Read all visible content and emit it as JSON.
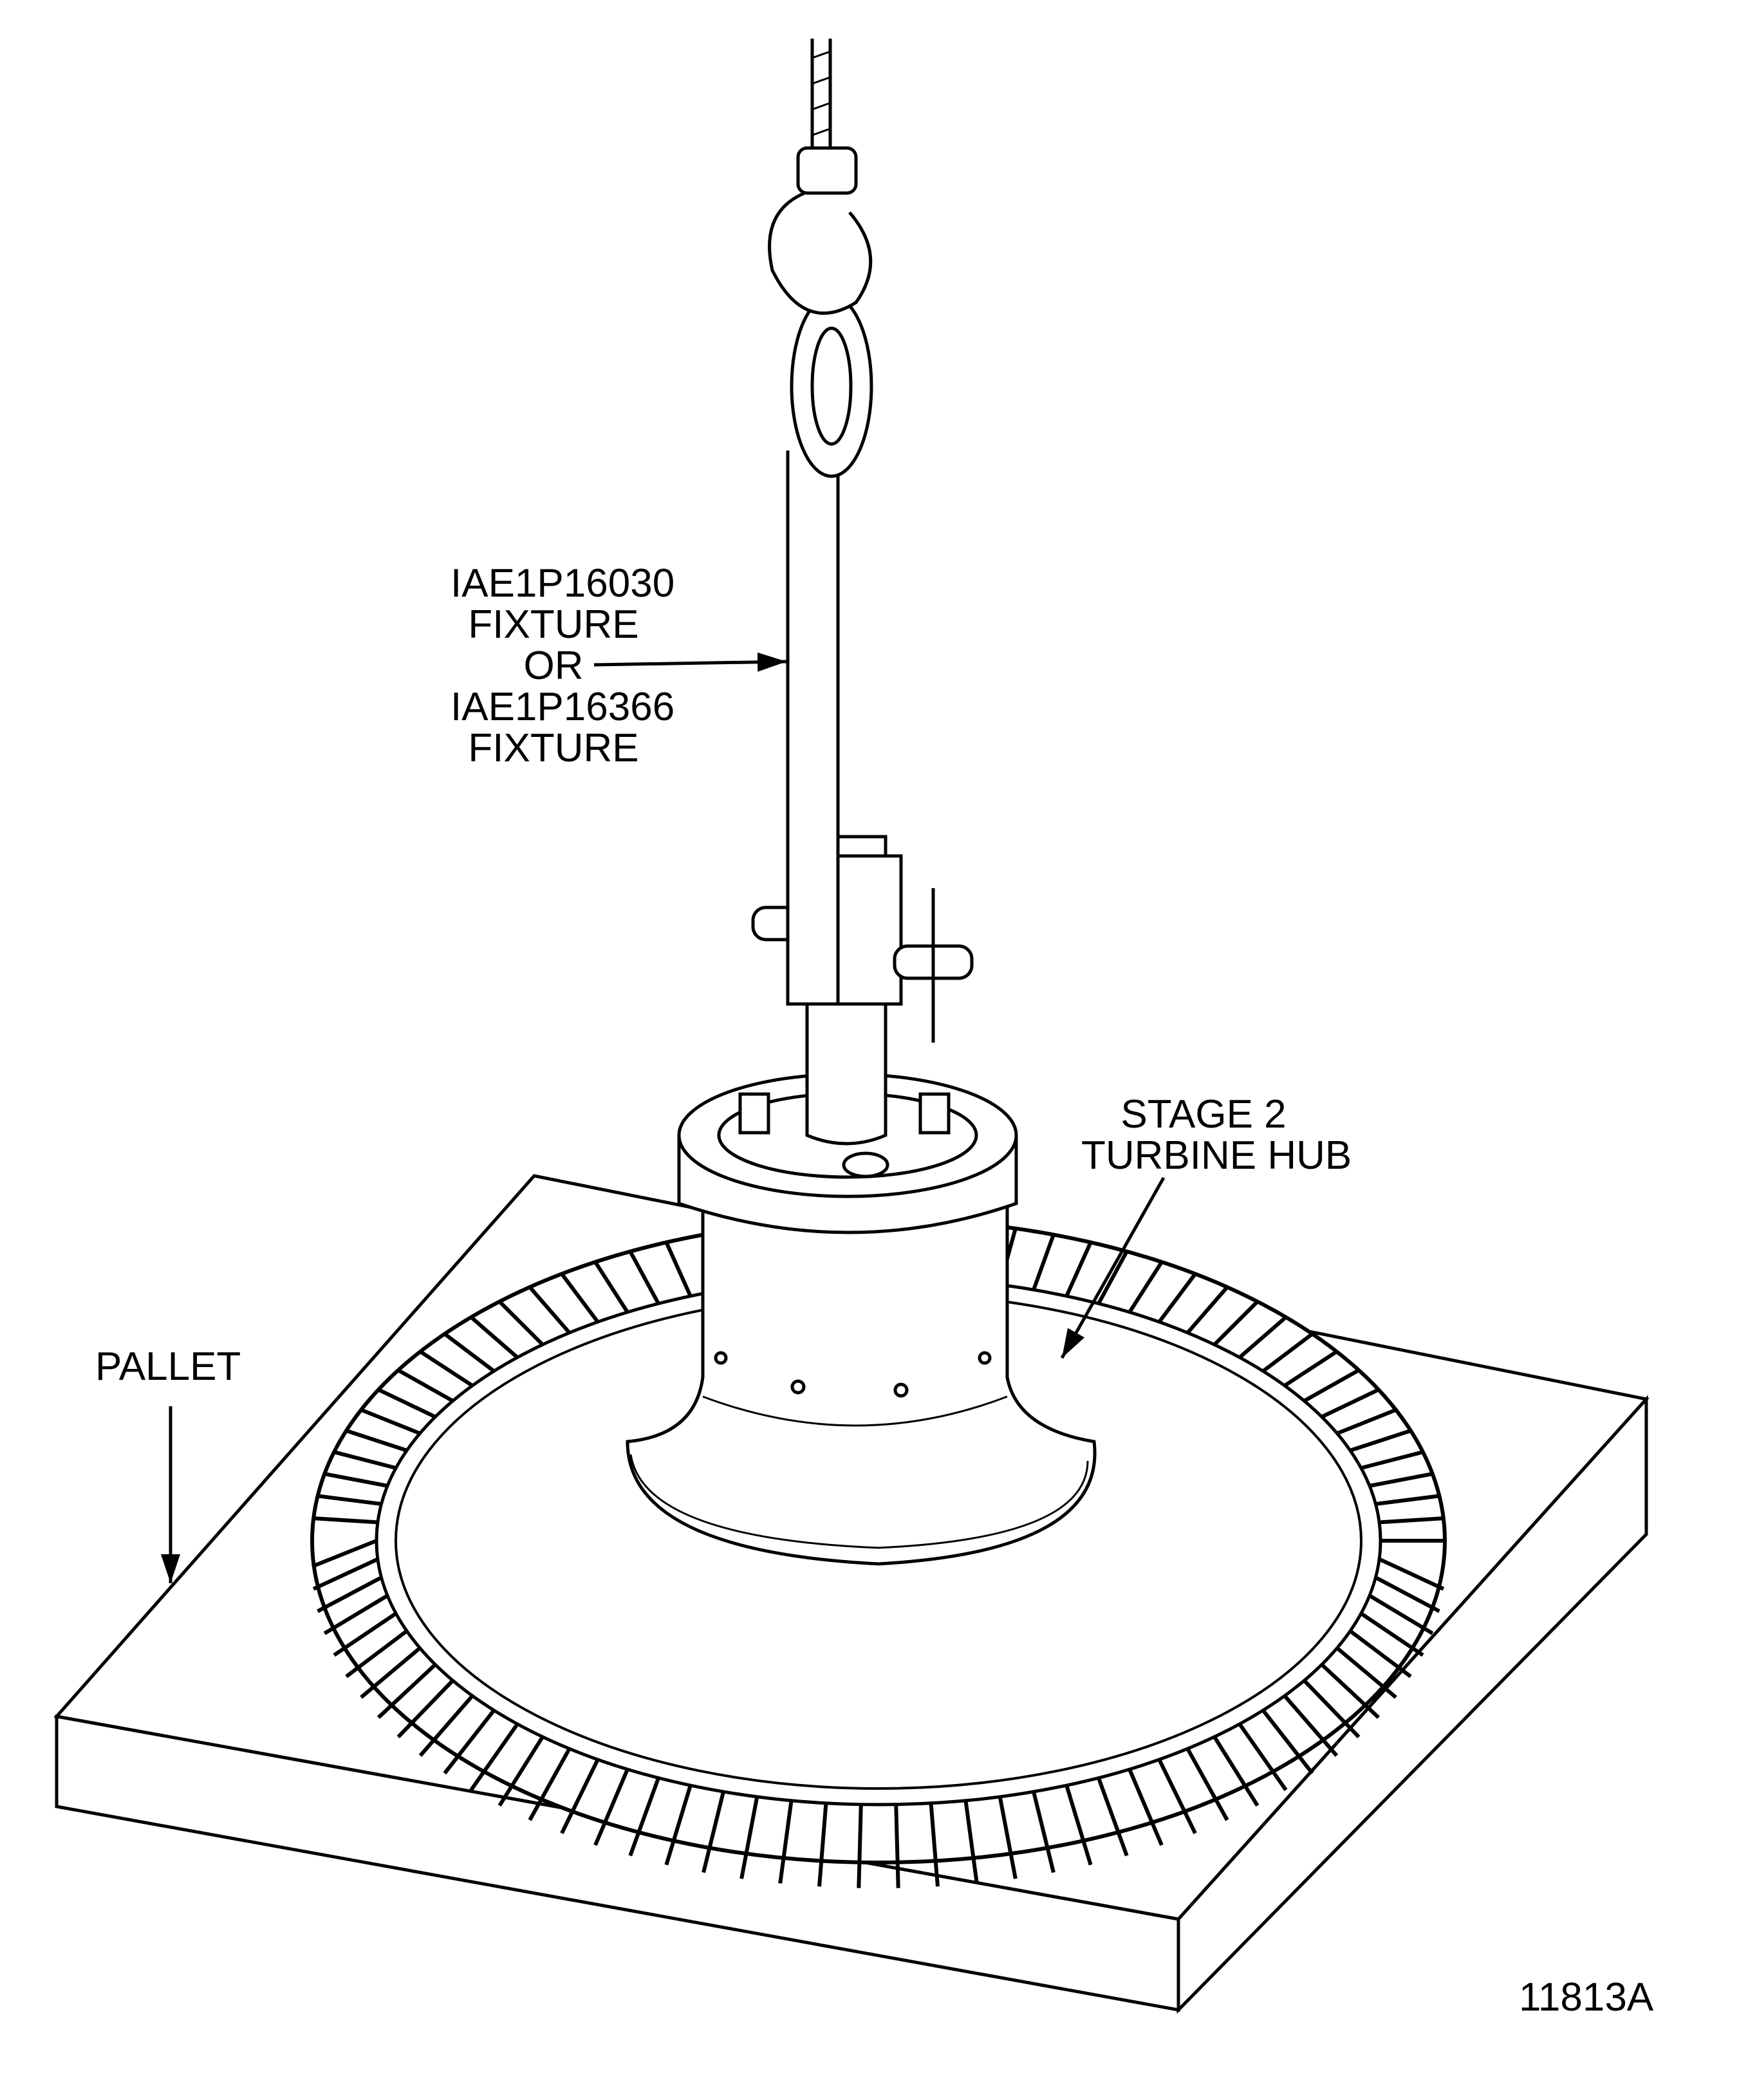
{
  "labels": {
    "fixture": [
      "IAE1P16030",
      "FIXTURE",
      "OR",
      "IAE1P16366",
      "FIXTURE"
    ],
    "hub": [
      "STAGE 2",
      "TURBINE HUB"
    ],
    "pallet": "PALLET",
    "figure_number": "11813A"
  },
  "colors": {
    "ink": "#000000",
    "paper": "#ffffff"
  }
}
